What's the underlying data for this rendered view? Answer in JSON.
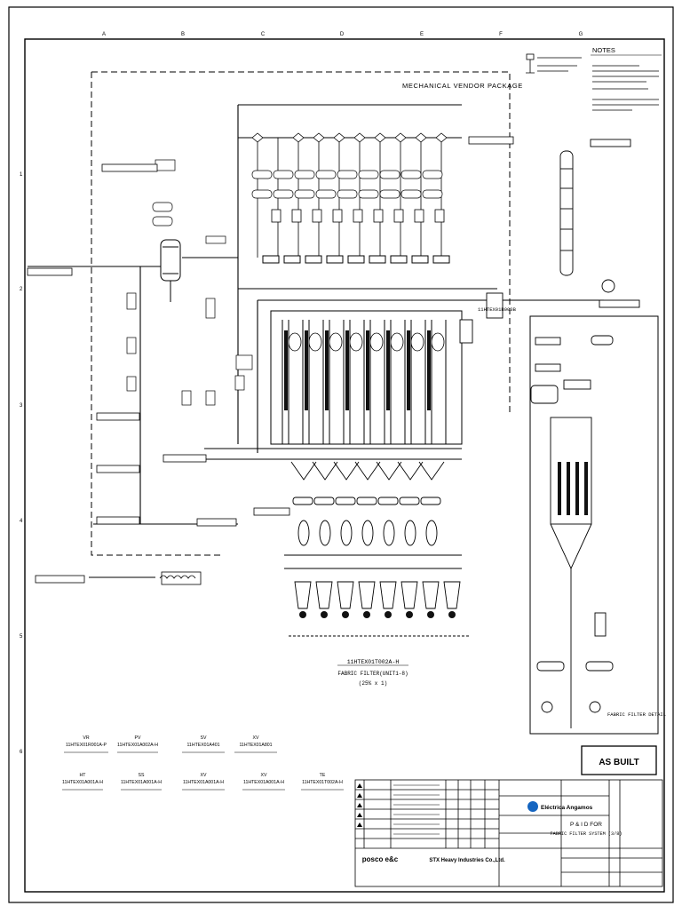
{
  "grid": {
    "columns": [
      "A",
      "B",
      "C",
      "D",
      "E",
      "F",
      "G"
    ],
    "rows": [
      "1",
      "2",
      "3",
      "4",
      "5",
      "6"
    ]
  },
  "vendor_package": {
    "title": "MECHANICAL VENDOR PACKAGE"
  },
  "notes": {
    "heading": "NOTES"
  },
  "fabric_filter": {
    "tag": "11HTEX01T002A-H",
    "line1": "FABRIC FILTER(UNIT1-8)",
    "line2": "(25% x 1)"
  },
  "expansion_tag": "11HTEX01B003B",
  "detail_caption": "FABRIC FILTER DETAIL",
  "stamp": "AS BUILT",
  "title_block": {
    "title_line1": "P & I D FOR",
    "title_line2": "FABRIC FILTER SYSTEM (3/8)",
    "client": "Eléctrica Angamos",
    "owner_logo": "posco e&c",
    "contractor_logo": "STX Heavy Industries Co.,Ltd.",
    "doc_status": "AS BUILT"
  },
  "legend": [
    {
      "code": "VR",
      "tag": "11HTEX01R001A-P"
    },
    {
      "code": "PV",
      "tag": "11HTEX01A002A-H"
    },
    {
      "code": "SV",
      "tag": "11HTEX01A401"
    },
    {
      "code": "XV",
      "tag": "11HTEX01A801"
    },
    {
      "code": "HT",
      "tag": "11HTEX01A001A-H"
    },
    {
      "code": "SS",
      "tag": "11HTEX01A001A-H"
    },
    {
      "code": "XV",
      "tag": "11HTEX01A001A-H"
    },
    {
      "code": "XV",
      "tag": "11HTEX01A001A-H"
    },
    {
      "code": "TE",
      "tag": "11HTEX01T002A-H"
    }
  ]
}
